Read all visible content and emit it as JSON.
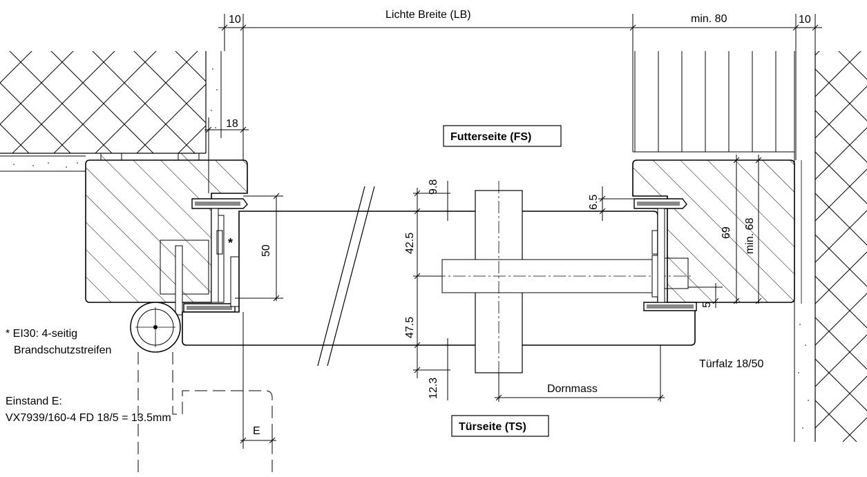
{
  "dimensions": {
    "lichte_breite": "Lichte Breite (LB)",
    "left_gap": "10",
    "right_gap": "10",
    "min_80": "min. 80",
    "falz_depth": "18",
    "d_9_8": "9.8",
    "d_42_5": "42.5",
    "d_47_5": "47.5",
    "d_12_3": "12.3",
    "d_50": "50",
    "d_6_5": "6.5",
    "d_69": "69",
    "d_min68": "min. 68",
    "d_5": "5",
    "dornmass": "Dornmass",
    "einstand_e": "E"
  },
  "labels": {
    "futterseite": "Futterseite (FS)",
    "tuerseite": "Türseite (TS)",
    "asterisk": "*",
    "tuerfalz": "Türfalz 18/50"
  },
  "notes": {
    "ei30_line1": "* EI30: 4-seitig",
    "ei30_line2": "Brandschutzstreifen",
    "einstand_line1": "Einstand E:",
    "einstand_line2": "VX7939/160-4 FD 18/5 = 13.5mm"
  }
}
